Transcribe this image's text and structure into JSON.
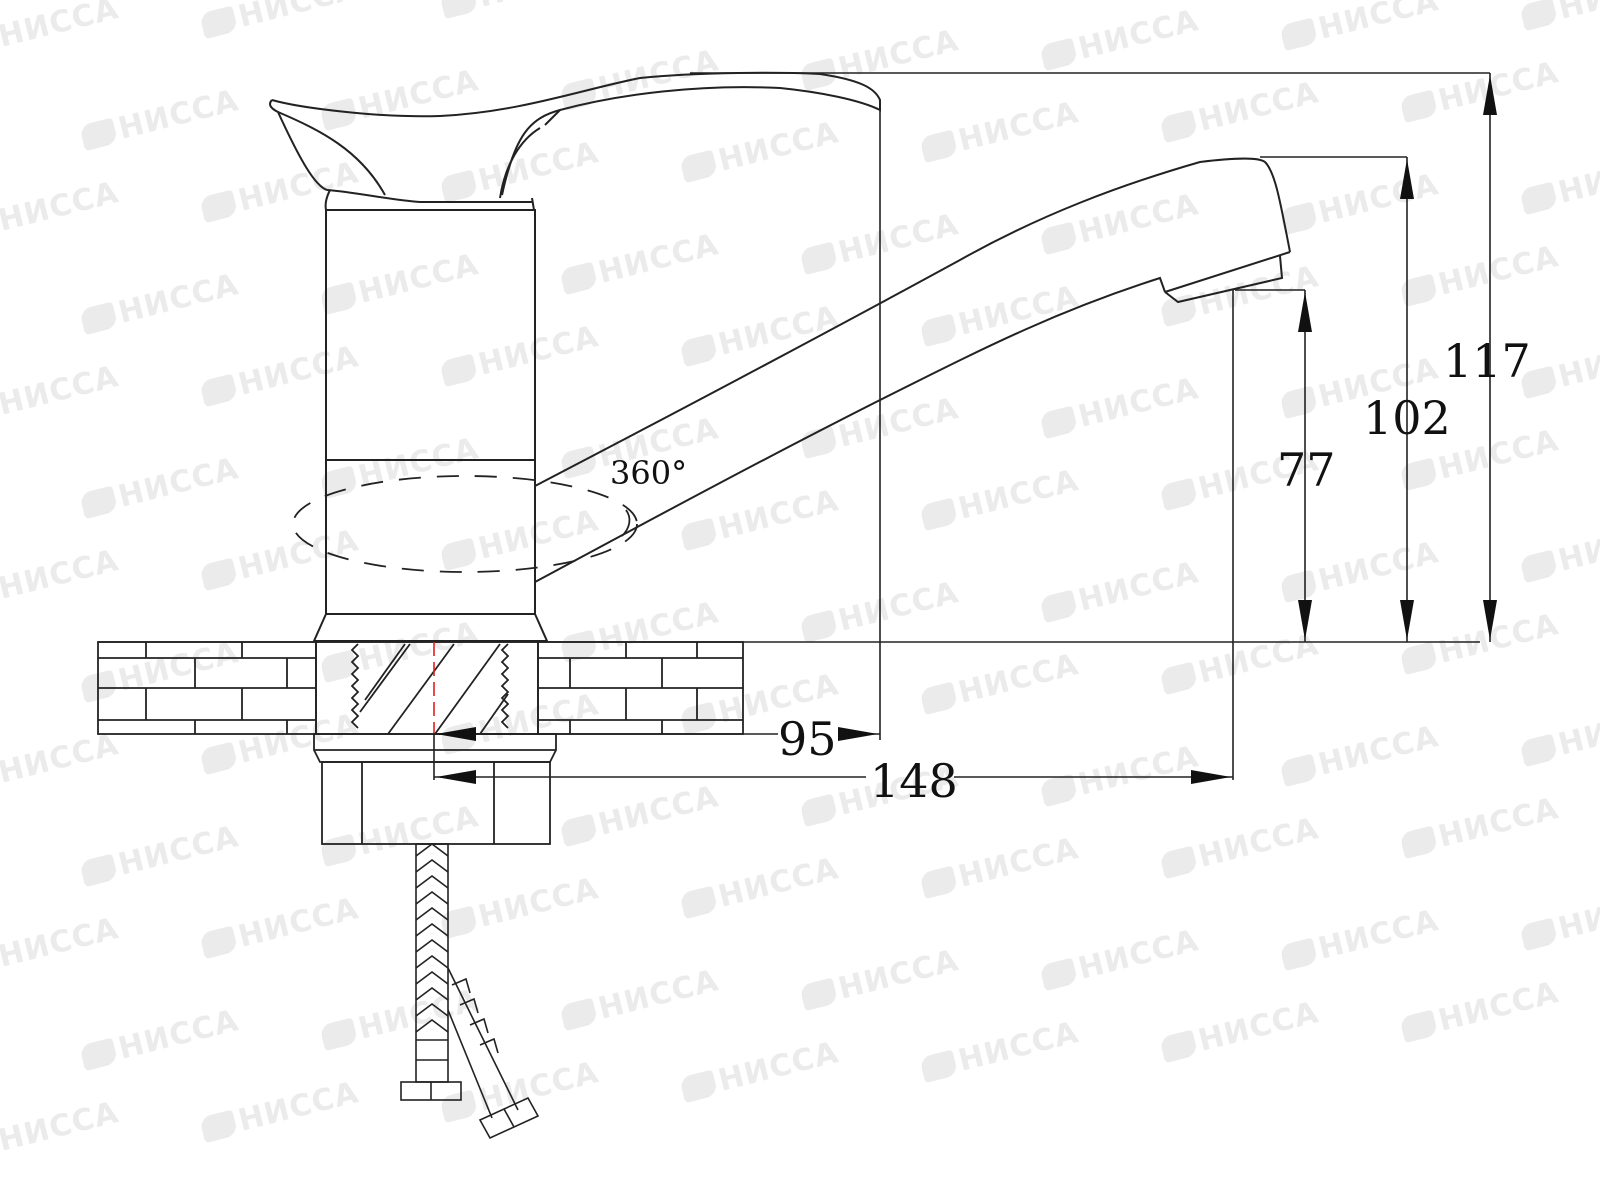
{
  "drawing": {
    "subject": "single-lever kitchen faucet, side view, technical dimension drawing",
    "line_color": "#222222",
    "axis_line_color": "#e02020",
    "background": "#ffffff"
  },
  "watermark": {
    "text": "НИССА",
    "color": "#ebebeb"
  },
  "dimensions": {
    "height_total": "117",
    "height_spout_top": "102",
    "height_spout_outlet": "77",
    "reach_body": "95",
    "reach_spout": "148"
  },
  "annotations": {
    "swivel_angle": "360°"
  }
}
